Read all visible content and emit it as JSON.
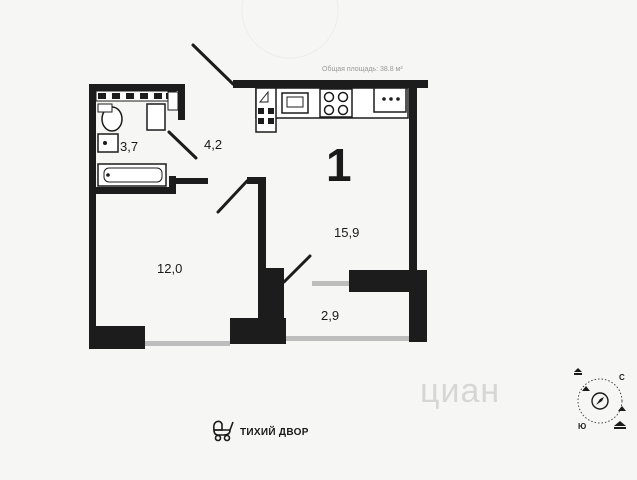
{
  "plan": {
    "total_area_label": "Общая площадь: 38.8 м²",
    "apartment_number": "1",
    "rooms": {
      "bathroom": "3,7",
      "hallway": "4,2",
      "bedroom": "12,0",
      "living": "15,9",
      "balcony": "2,9"
    }
  },
  "yard": {
    "label": "ТИХИЙ ДВОР",
    "icon": "stroller-icon"
  },
  "compass": {
    "north": "С",
    "south": "Ю"
  },
  "watermark": "циан"
}
